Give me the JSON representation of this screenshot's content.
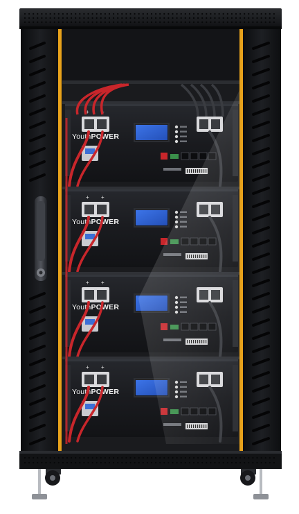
{
  "product": {
    "brand_label": "YouthPOWER",
    "brand_light": "Youth",
    "brand_bold": "POWER"
  },
  "cabinet": {
    "color": "#141518",
    "trim_color": "#e8a21b"
  },
  "modules": [
    {
      "brand_light": "Youth",
      "brand_bold": "POWER"
    },
    {
      "brand_light": "Youth",
      "brand_bold": "POWER"
    },
    {
      "brand_light": "Youth",
      "brand_bold": "POWER"
    },
    {
      "brand_light": "Youth",
      "brand_bold": "POWER"
    }
  ],
  "colors": {
    "lcd": "#2d5fd0",
    "cable_red": "#c8262b",
    "module_face": "#1b1c20"
  }
}
